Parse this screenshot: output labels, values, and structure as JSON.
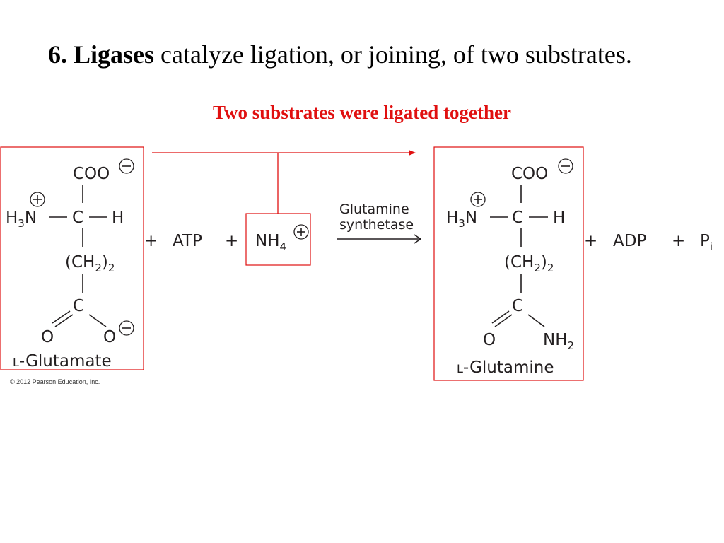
{
  "title": {
    "number": "6.",
    "term": "Ligases",
    "rest": " catalyze ligation, or joining, of two substrates."
  },
  "subtitle": "Two substrates were ligated together",
  "reaction": {
    "substrate1": {
      "top_group": "COO",
      "amine": "H",
      "amine_sub": "3",
      "amine_N": "N",
      "alpha_c": "C",
      "alpha_h": "H",
      "chain_open": "(CH",
      "chain_sub": "2",
      "chain_close": ")",
      "chain_mult": "2",
      "carbonyl_c": "C",
      "o_left": "O",
      "o_right": "O",
      "name_prefix": "L",
      "name": "-Glutamate"
    },
    "plus1": "+",
    "atp": "ATP",
    "plus2": "+",
    "ammonium": "NH",
    "ammonium_sub": "4",
    "enzyme_line1": "Glutamine",
    "enzyme_line2": "synthetase",
    "product": {
      "top_group": "COO",
      "amine": "H",
      "amine_sub": "3",
      "amine_N": "N",
      "alpha_c": "C",
      "alpha_h": "H",
      "chain_open": "(CH",
      "chain_sub": "2",
      "chain_close": ")",
      "chain_mult": "2",
      "carbonyl_c": "C",
      "o_left": "O",
      "nh2": "NH",
      "nh2_sub": "2",
      "name_prefix": "L",
      "name": "-Glutamine"
    },
    "plus3": "+",
    "adp": "ADP",
    "plus4": "+",
    "pi": "P",
    "pi_sub": "i"
  },
  "copyright": "© 2012 Pearson Education, Inc.",
  "colors": {
    "highlight": "#e01010",
    "ink": "#231f20"
  }
}
